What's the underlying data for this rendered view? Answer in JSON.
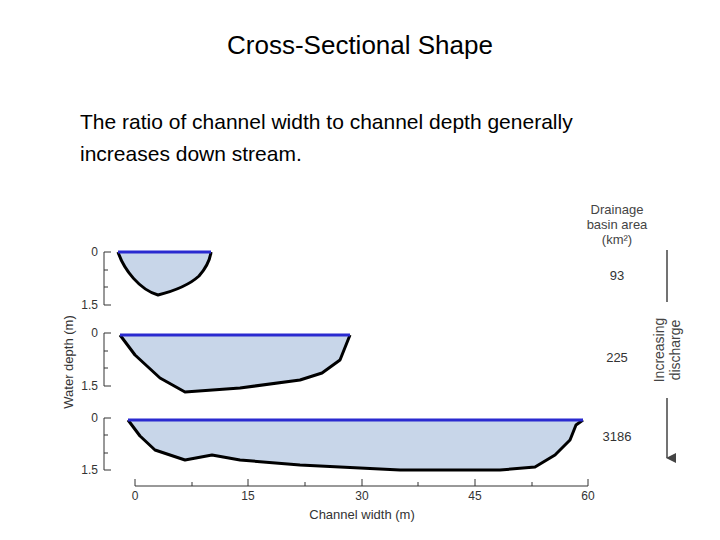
{
  "diagram": {
    "title": "Cross-Sectional Shape",
    "labels": [
      "The ratio of channel width to channel depth generally increases down stream.",
      "0",
      "1.5",
      "0",
      "1.5",
      "0",
      "1.5",
      "Water depth (m)",
      "Drainage basin area (km²)",
      "93",
      "225",
      "3186",
      "Increasing discharge",
      "0",
      "15",
      "30",
      "45",
      "60",
      "Channel width (m)"
    ]
  }
}
